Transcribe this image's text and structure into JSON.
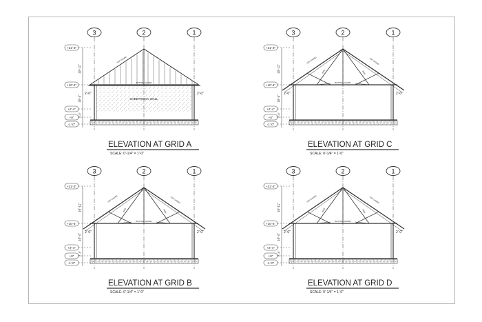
{
  "grid_labels": [
    "3",
    "2",
    "1"
  ],
  "level_markers": [
    "+21'-3\"",
    "+10'-4\"",
    "+2'-4\"",
    "+0\"",
    "-1'-0\""
  ],
  "dims": {
    "upper": "10'-11\"",
    "lower": "10'-4\"",
    "base": "2'-4\""
  },
  "side_dim": "2'-0\"",
  "labels": {
    "bottom_chord": "BOTTOM CHORD",
    "top_chord": "TOP CHORD",
    "web": "WEB",
    "sheetrock": "SHEETROCK WALL"
  },
  "elevations": [
    {
      "id": "A",
      "title": "ELEVATION AT GRID A",
      "scale": "SCALE:  0'-1/4\" = 1'-0\"",
      "type": "wall"
    },
    {
      "id": "C",
      "title": "ELEVATION AT GRID C",
      "scale": "SCALE:  0'-1/4\" = 1'-0\"",
      "type": "truss"
    },
    {
      "id": "B",
      "title": "ELEVATION AT GRID B",
      "scale": "SCALE:  0'-1/4\" = 1'-0\"",
      "type": "truss"
    },
    {
      "id": "D",
      "title": "ELEVATION AT GRID D",
      "scale": "SCALE:  0'-1/4\" = 1'-0\"",
      "type": "truss"
    }
  ]
}
